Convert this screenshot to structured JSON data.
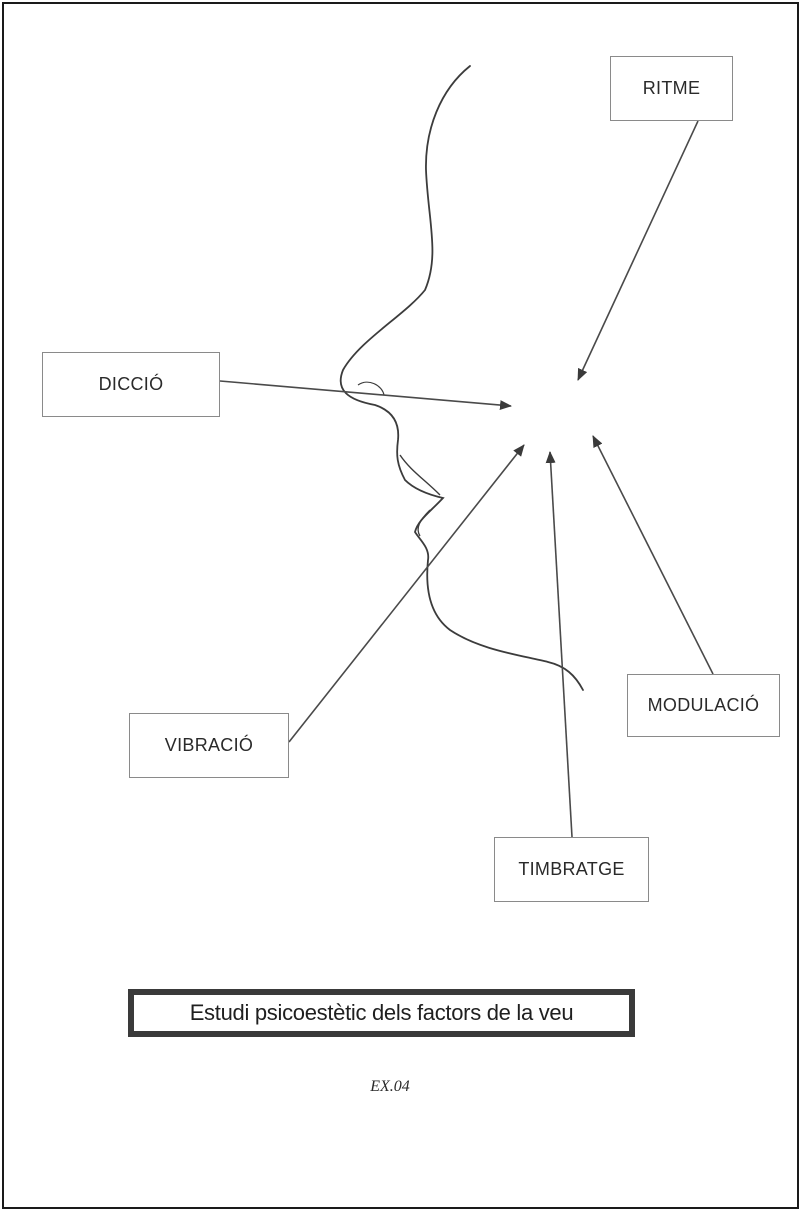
{
  "labels": {
    "ritme": "RITME",
    "diccio": "DICCIÓ",
    "modulacio": "MODULACIÓ",
    "vibracio": "VIBRACIÓ",
    "timbratge": "TIMBRATGE"
  },
  "title": "Estudi psicoestètic dels factors de la veu",
  "code": "EX.04",
  "colors": {
    "line": "#4a4a4a",
    "frame": "#1a1a1a",
    "box_border": "#8a8a8a"
  }
}
